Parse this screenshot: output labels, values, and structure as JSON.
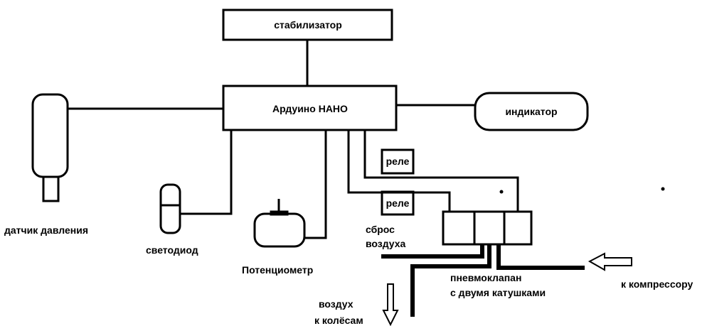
{
  "diagram": {
    "stabilizer": "стабилизатор",
    "arduino": "Ардуино НАНО",
    "indicator": "индикатор",
    "relay_1": "реле",
    "relay_2": "реле",
    "pressure_sensor": "датчик давления",
    "led": "светодиод",
    "potentiometer": "Потенциометр",
    "air_release_1": "сброс",
    "air_release_2": "воздуха",
    "valve_1": "пневмоклапан",
    "valve_2": "с двумя катушками",
    "compressor": "к компрессору",
    "air_to_wheels_1": "воздух",
    "air_to_wheels_2": "к колёсам"
  }
}
